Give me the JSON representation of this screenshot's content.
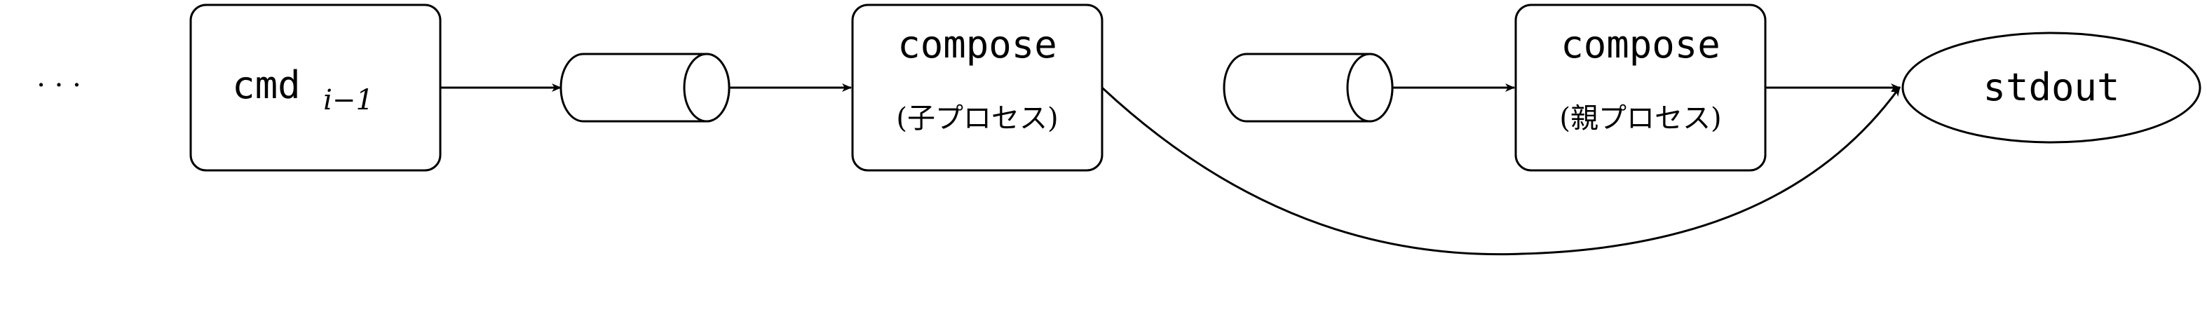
{
  "ellipsis": "· · ·",
  "nodes": {
    "cmd": {
      "label": "cmd",
      "subscript": "i−1"
    },
    "compose_child": {
      "label": "compose",
      "sublabel": "(子プロセス)"
    },
    "compose_parent": {
      "label": "compose",
      "sublabel": "(親プロセス)"
    },
    "stdout": {
      "label": "stdout"
    }
  }
}
